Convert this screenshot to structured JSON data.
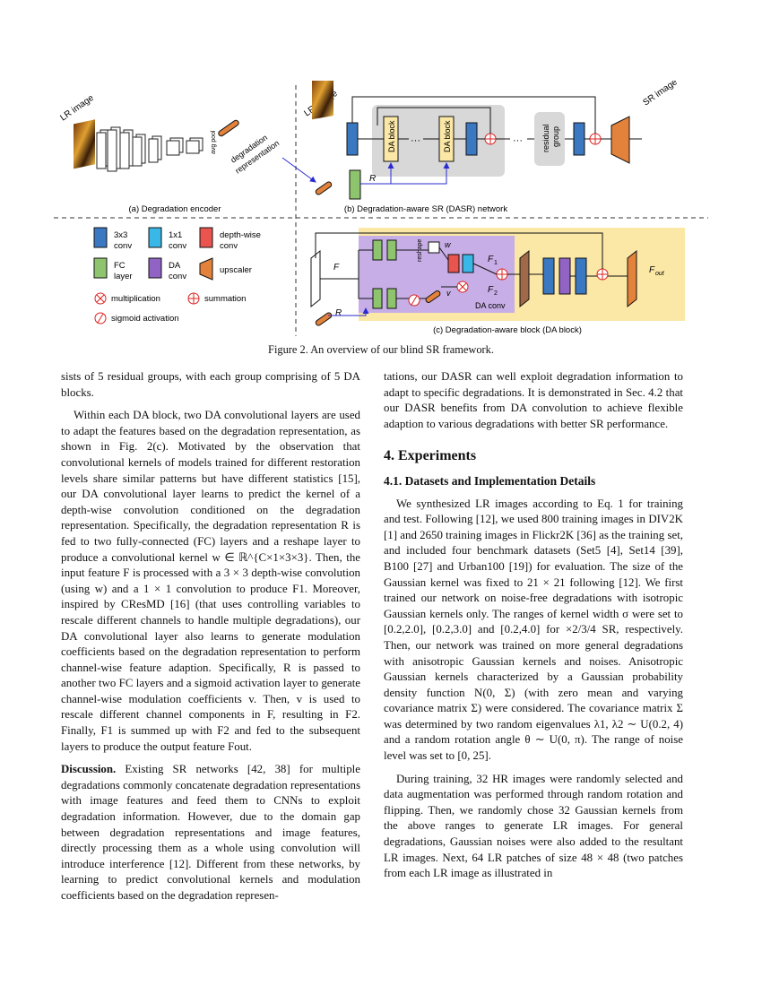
{
  "figure": {
    "panel_a": {
      "lr_image_label": "LR image",
      "avg_pool_label": "avg pool",
      "degradation_label_1": "degradation",
      "degradation_label_2": "representation",
      "caption": "(a) Degradation encoder"
    },
    "panel_b": {
      "lr_image_label": "LR image",
      "da_block_1": "DA block",
      "da_block_2": "DA block",
      "dots_1": "···",
      "dots_2": "···",
      "residual_group_1": "residual",
      "residual_group_2": "group",
      "sr_image_label": "SR image",
      "r_label": "R",
      "caption": "(b) Degradation-aware SR (DASR) network"
    },
    "legend": {
      "conv3": [
        "3x3",
        "conv"
      ],
      "conv1": [
        "1x1",
        "conv"
      ],
      "dw": [
        "depth-wise",
        "conv"
      ],
      "fc": [
        "FC",
        "layer"
      ],
      "da": [
        "DA",
        "conv"
      ],
      "upscaler": "upscaler",
      "multiplication": "multiplication",
      "summation": "summation",
      "sigmoid": "sigmoid activation"
    },
    "panel_c": {
      "f_label": "F",
      "r_label": "R",
      "reshape": "reshape",
      "w_label": "w",
      "v_label": "v",
      "f1_label": "F",
      "f1_sub": "1",
      "f2_label": "F",
      "f2_sub": "2",
      "da_conv_label": "DA conv",
      "f_out_label": "F",
      "f_out_sub": "out",
      "caption": "(c) Degradation-aware block (DA block)"
    },
    "colors": {
      "conv3": "#3a78c2",
      "conv1": "#39b8e8",
      "dw": "#e9544f",
      "fc": "#8fc46e",
      "da": "#9163c4",
      "upscaler": "#e3823a",
      "da_conv_bg": "#c8aee6",
      "da_block_bg": "#fbe8a6",
      "gray_bg": "#d8d8d8",
      "arrow": "#2b2bd0"
    }
  },
  "figure_caption": "Figure 2. An overview of our blind SR framework.",
  "left_column": {
    "p1": "sists of 5 residual groups, with each group comprising of 5 DA blocks.",
    "p2": "Within each DA block, two DA convolutional layers are used to adapt the features based on the degradation representation, as shown in Fig. 2(c). Motivated by the observation that convolutional kernels of models trained for different restoration levels share similar patterns but have different statistics [15], our DA convolutional layer learns to predict the kernel of a depth-wise convolution conditioned on the degradation representation. Specifically, the degradation representation R is fed to two fully-connected (FC) layers and a reshape layer to produce a convolutional kernel w ∈ ℝ^{C×1×3×3}. Then, the input feature F is processed with a 3 × 3 depth-wise convolution (using w) and a 1 × 1 convolution to produce F1. Moreover, inspired by CResMD [16] (that uses controlling variables to rescale different channels to handle multiple degradations), our DA convolutional layer also learns to generate modulation coefficients based on the degradation representation to perform channel-wise feature adaption. Specifically, R is passed to another two FC layers and a sigmoid activation layer to generate channel-wise modulation coefficients v. Then, v is used to rescale different channel components in F, resulting in F2. Finally, F1 is summed up with F2 and fed to the subsequent layers to produce the output feature Fout.",
    "p3_head": "Discussion.",
    "p3": "Existing SR networks [42, 38] for multiple degradations commonly concatenate degradation representations with image features and feed them to CNNs to exploit degradation information. However, due to the domain gap between degradation representations and image features, directly processing them as a whole using convolution will introduce interference [12]. Different from these networks, by learning to predict convolutional kernels and modulation coefficients based on the degradation represen-"
  },
  "right_column": {
    "p1": "tations, our DASR can well exploit degradation information to adapt to specific degradations. It is demonstrated in Sec. 4.2 that our DASR benefits from DA convolution to achieve flexible adaption to various degradations with better SR performance.",
    "section": "4. Experiments",
    "subsection": "4.1. Datasets and Implementation Details",
    "p2": "We synthesized LR images according to Eq. 1 for training and test. Following [12], we used 800 training images in DIV2K [1] and 2650 training images in Flickr2K [36] as the training set, and included four benchmark datasets (Set5 [4], Set14 [39], B100 [27] and Urban100 [19]) for evaluation. The size of the Gaussian kernel was fixed to 21 × 21 following [12]. We first trained our network on noise-free degradations with isotropic Gaussian kernels only. The ranges of kernel width σ were set to [0.2,2.0], [0.2,3.0] and [0.2,4.0] for ×2/3/4 SR, respectively. Then, our network was trained on more general degradations with anisotropic Gaussian kernels and noises. Anisotropic Gaussian kernels characterized by a Gaussian probability density function N(0, Σ) (with zero mean and varying covariance matrix Σ) were considered. The covariance matrix Σ was determined by two random eigenvalues λ1, λ2 ∼ U(0.2, 4) and a random rotation angle θ ∼ U(0, π). The range of noise level was set to [0, 25].",
    "p3": "During training, 32 HR images were randomly selected and data augmentation was performed through random rotation and flipping. Then, we randomly chose 32 Gaussian kernels from the above ranges to generate LR images. For general degradations, Gaussian noises were also added to the resultant LR images. Next, 64 LR patches of size 48 × 48 (two patches from each LR image as illustrated in"
  }
}
